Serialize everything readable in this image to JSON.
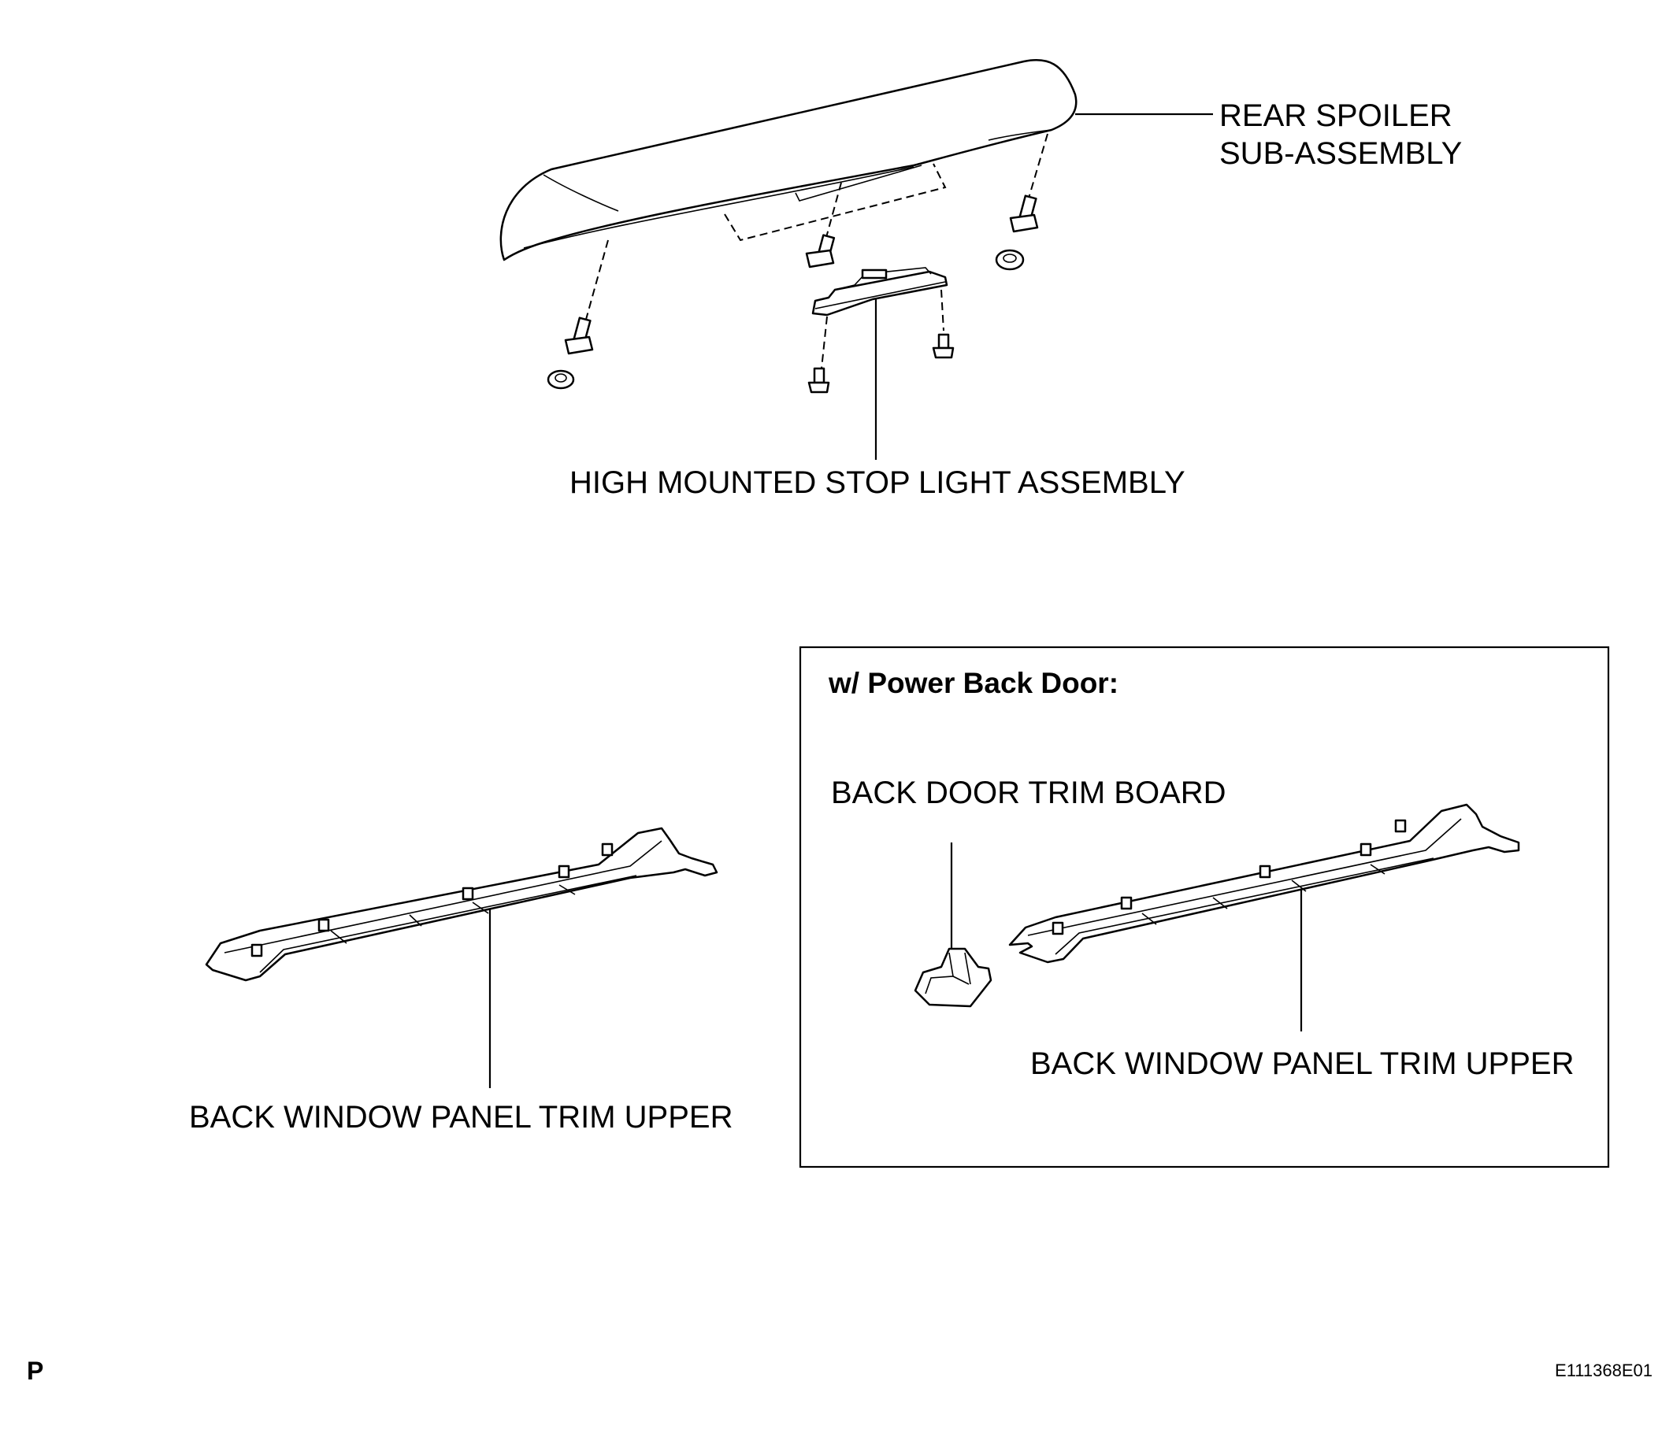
{
  "labels": {
    "rear_spoiler_line1": "REAR SPOILER",
    "rear_spoiler_line2": "SUB-ASSEMBLY",
    "stop_light": "HIGH MOUNTED STOP LIGHT ASSEMBLY",
    "trim_upper_left": "BACK WINDOW PANEL TRIM UPPER",
    "inset_title": "w/ Power Back Door:",
    "back_door_trim_board": "BACK DOOR TRIM BOARD",
    "trim_upper_right": "BACK WINDOW PANEL TRIM UPPER"
  },
  "footer": {
    "left_mark": "P",
    "figure_code": "E111368E01"
  }
}
